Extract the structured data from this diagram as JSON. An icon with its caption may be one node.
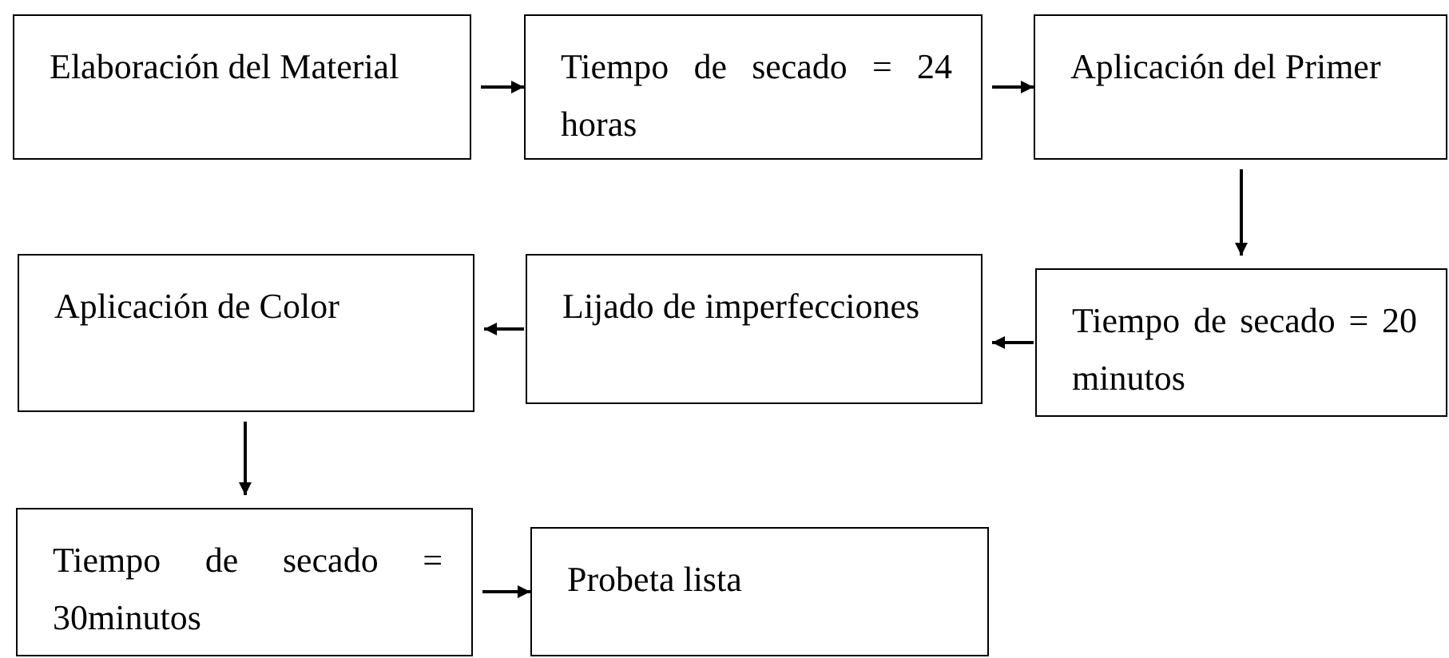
{
  "diagram": {
    "nodes": [
      {
        "text": [
          "Elaboración del Material"
        ]
      },
      {
        "text": [
          "Tiempo de secado = 24 horas"
        ]
      },
      {
        "text": [
          "Aplicación del Primer"
        ]
      },
      {
        "text": [
          "Tiempo de secado = 20 minutos"
        ]
      },
      {
        "text": [
          "Lijado de imperfecciones"
        ]
      },
      {
        "text": [
          "Aplicación de Color"
        ]
      },
      {
        "text": [
          "Tiempo de secado = 30minutos"
        ]
      },
      {
        "text": [
          "Probeta lista"
        ]
      }
    ],
    "edges": [
      {
        "from": 0,
        "to": 1,
        "arrow": "to"
      },
      {
        "from": 1,
        "to": 2,
        "arrow": "to"
      },
      {
        "from": 2,
        "to": 3,
        "arrow": "to"
      },
      {
        "from": 3,
        "to": 4,
        "arrow": "to"
      },
      {
        "from": 4,
        "to": 5,
        "arrow": "to"
      },
      {
        "from": 5,
        "to": 6,
        "arrow": "to"
      },
      {
        "from": 6,
        "to": 7,
        "arrow": "to"
      }
    ]
  }
}
